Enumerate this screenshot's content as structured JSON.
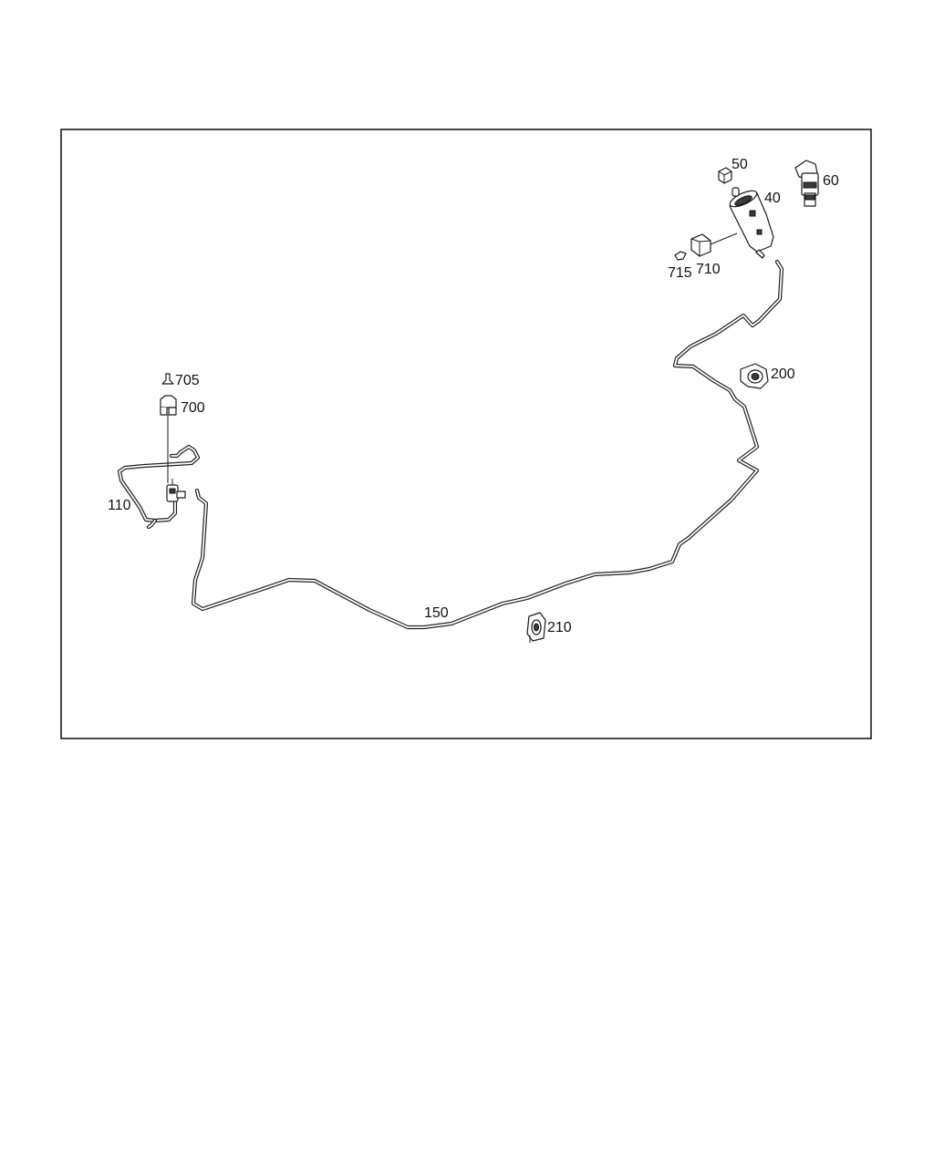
{
  "callouts": {
    "c40": "40",
    "c50": "50",
    "c60": "60",
    "c110": "110",
    "c150": "150",
    "c200": "200",
    "c210": "210",
    "c700": "700",
    "c705": "705",
    "c710": "710",
    "c715": "715"
  }
}
